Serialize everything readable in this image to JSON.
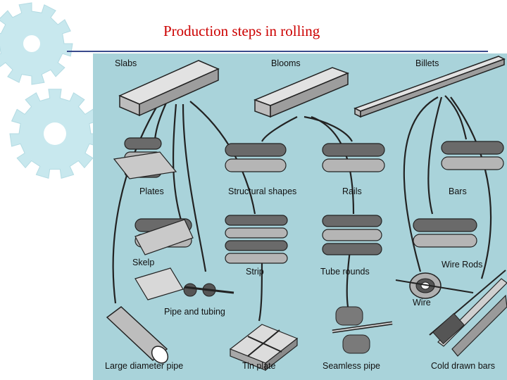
{
  "slide": {
    "title": "Production steps in rolling"
  },
  "colors": {
    "title": "#cc0000",
    "rule": "#3a4a8c",
    "panel_background": "#a9d3da",
    "gear_fill": "#c8e8ee",
    "steel_light": "#d6d6d6",
    "steel_dark": "#555555",
    "line": "#222222"
  },
  "diagram": {
    "starting_forms": [
      "Slabs",
      "Blooms",
      "Billets"
    ],
    "products": {
      "plates": "Plates",
      "structural_shapes": "Structural shapes",
      "rails": "Rails",
      "bars": "Bars",
      "skelp": "Skelp",
      "strip": "Strip",
      "tube_rounds": "Tube rounds",
      "wire_rods": "Wire Rods",
      "pipe_and_tubing": "Pipe and tubing",
      "wire": "Wire",
      "large_diameter_pipe": "Large diameter pipe",
      "tin_plate": "Tin plate",
      "seamless_pipe": "Seamless pipe",
      "cold_drawn_bars": "Cold drawn bars"
    },
    "icons": [
      "gear-icon",
      "slab-icon",
      "bloom-icon",
      "billet-icon",
      "rolling-mill-icon",
      "pipe-icon",
      "coil-icon"
    ]
  }
}
